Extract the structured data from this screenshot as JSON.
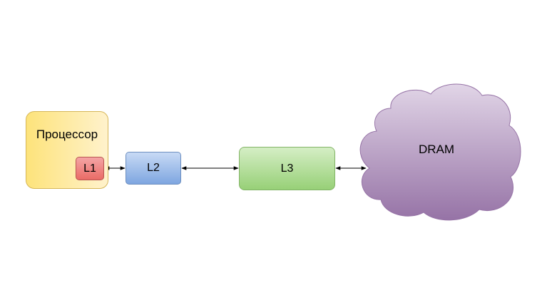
{
  "diagram": {
    "nodes": {
      "processor": "Процессор",
      "l1": "L1",
      "l2": "L2",
      "l3": "L3",
      "dram": "DRAM"
    },
    "edges": [
      {
        "from": "l1",
        "to": "l2",
        "direction": "both"
      },
      {
        "from": "l2",
        "to": "l3",
        "direction": "both"
      },
      {
        "from": "l3",
        "to": "dram",
        "direction": "both"
      }
    ],
    "colors": {
      "processor_fill": "#fff2cc",
      "processor_fill_dark": "#fde37b",
      "l1_fill": "#ea6b66",
      "l2_fill": "#7ea6e0",
      "l3_fill": "#97d077",
      "dram_fill": "#9673a6",
      "connector": "#000000"
    }
  }
}
